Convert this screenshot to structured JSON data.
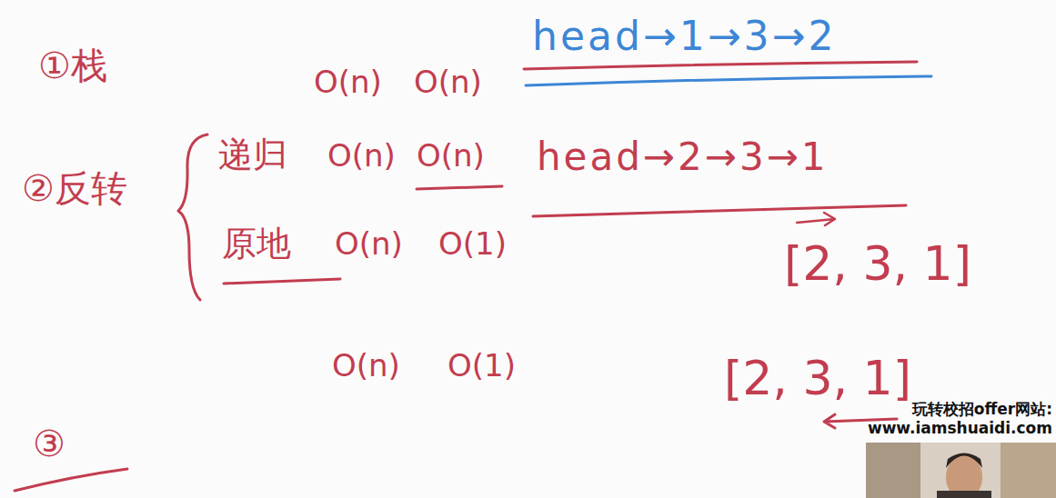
{
  "diagram": {
    "labels": [
      "①栈",
      "O(n)",
      "O(n)",
      "head→1→3→2",
      "②反转",
      "递归",
      "O(n)",
      "O(n)",
      "head→2→3→1",
      "原地",
      "O(n)",
      "O(1)",
      "[2, 3, 1]",
      "O(n)",
      "O(1)",
      "[2, 3, 1]",
      "③",
      "玩转校招offer网站:",
      "www.iamshuaidi.com"
    ]
  }
}
